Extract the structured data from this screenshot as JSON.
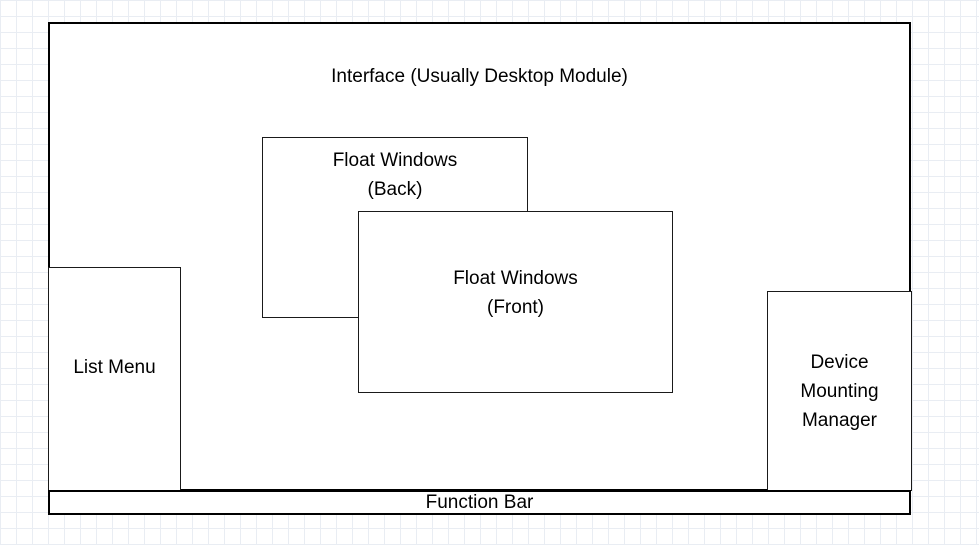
{
  "diagram": {
    "title": "Desktop module interface layout diagram",
    "nodes": {
      "interface": {
        "label": "Interface (Usually Desktop Module)"
      },
      "float_back": {
        "label": "Float Windows\n(Back)"
      },
      "float_front": {
        "label": "Float Windows\n(Front)"
      },
      "list_menu": {
        "label": "List Menu"
      },
      "device_mounting": {
        "label": "Device\nMounting\nManager"
      },
      "function_bar": {
        "label": "Function Bar"
      }
    },
    "colors": {
      "outline": "#000000",
      "box_fill": "#ffffff",
      "grid_line": "#e9edf3",
      "background": "#ffffff"
    }
  }
}
